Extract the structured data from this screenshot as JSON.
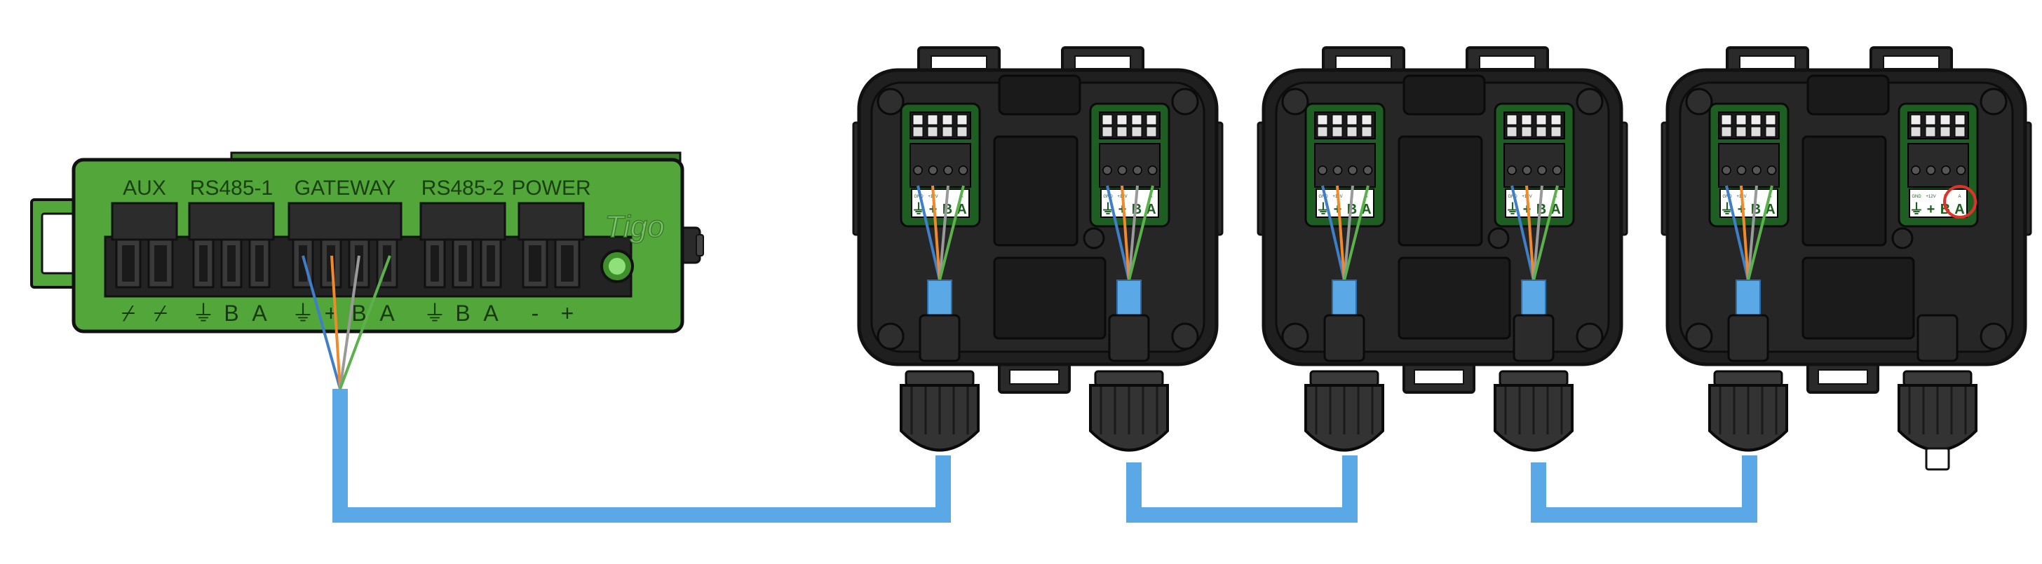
{
  "controller": {
    "brand": "Tigo",
    "sections": [
      {
        "label": "AUX",
        "terminals": [
          "⌿",
          "⌿"
        ]
      },
      {
        "label": "RS485-1",
        "terminals": [
          "⏚",
          "B",
          "A"
        ]
      },
      {
        "label": "GATEWAY",
        "terminals": [
          "⏚",
          "+",
          "B",
          "A"
        ]
      },
      {
        "label": "RS485-2",
        "terminals": [
          "⏚",
          "B",
          "A"
        ]
      },
      {
        "label": "POWER",
        "terminals": [
          "-",
          "+"
        ]
      }
    ],
    "aux_symbol": "⁄⁄"
  },
  "gateway_box": {
    "port_labels": [
      "⏚",
      "+",
      "B",
      "A"
    ],
    "mini_labels": [
      "GND",
      "+12V",
      "B",
      "A"
    ]
  },
  "colors": {
    "controller_green": "#53a63a",
    "controller_dark": "#2d6e22",
    "cable_blue": "#5aa9e6",
    "wire_blue": "#3f7ec9",
    "wire_orange": "#f08a2a",
    "wire_green": "#5bb14a",
    "box_black": "#222222",
    "terminal_green": "#1f5e22",
    "highlight_red": "#e0322b"
  }
}
